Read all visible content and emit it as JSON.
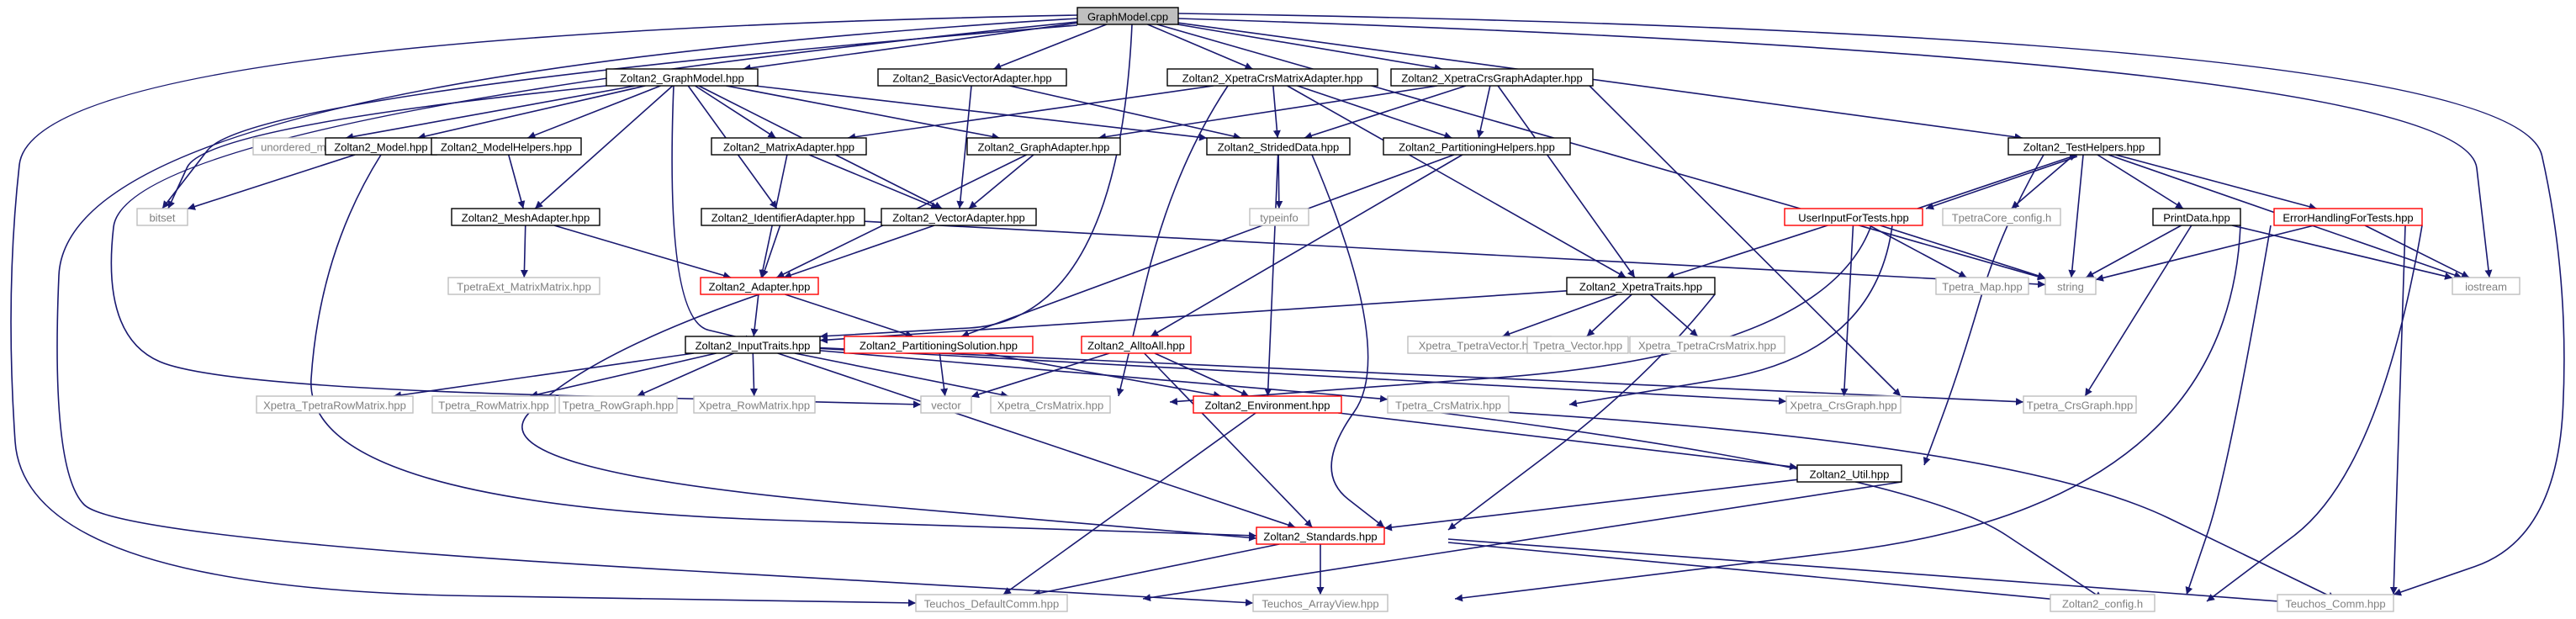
{
  "diagram": {
    "type": "include-dependency-graph",
    "root": "GraphModel.cpp",
    "colors": {
      "edge": "#191970",
      "root_fill": "#bfbfbf",
      "normal_border": "#000000",
      "missing_border": "#ff0000",
      "external_border": "#bfbfbf",
      "external_text": "#808080"
    },
    "nodes": [
      {
        "id": "GraphModel.cpp",
        "kind": "root"
      },
      {
        "id": "Zoltan2_GraphModel.hpp",
        "kind": "normal"
      },
      {
        "id": "Zoltan2_BasicVectorAdapter.hpp",
        "kind": "normal"
      },
      {
        "id": "Zoltan2_XpetraCrsMatrixAdapter.hpp",
        "kind": "normal"
      },
      {
        "id": "Zoltan2_XpetraCrsGraphAdapter.hpp",
        "kind": "normal"
      },
      {
        "id": "Zoltan2_TestHelpers.hpp",
        "kind": "normal"
      },
      {
        "id": "unordered_map",
        "kind": "external"
      },
      {
        "id": "Zoltan2_Model.hpp",
        "kind": "normal"
      },
      {
        "id": "Zoltan2_ModelHelpers.hpp",
        "kind": "normal"
      },
      {
        "id": "Zoltan2_MatrixAdapter.hpp",
        "kind": "normal"
      },
      {
        "id": "Zoltan2_GraphAdapter.hpp",
        "kind": "normal"
      },
      {
        "id": "Zoltan2_StridedData.hpp",
        "kind": "normal"
      },
      {
        "id": "Zoltan2_PartitioningHelpers.hpp",
        "kind": "normal"
      },
      {
        "id": "bitset",
        "kind": "external"
      },
      {
        "id": "Zoltan2_MeshAdapter.hpp",
        "kind": "normal"
      },
      {
        "id": "Zoltan2_IdentifierAdapter.hpp",
        "kind": "normal"
      },
      {
        "id": "Zoltan2_VectorAdapter.hpp",
        "kind": "normal"
      },
      {
        "id": "typeinfo",
        "kind": "external"
      },
      {
        "id": "TpetraCore_config.h",
        "kind": "external"
      },
      {
        "id": "UserInputForTests.hpp",
        "kind": "missing"
      },
      {
        "id": "PrintData.hpp",
        "kind": "normal"
      },
      {
        "id": "ErrorHandlingForTests.hpp",
        "kind": "missing"
      },
      {
        "id": "TpetraExt_MatrixMatrix.hpp",
        "kind": "external"
      },
      {
        "id": "Zoltan2_Adapter.hpp",
        "kind": "missing"
      },
      {
        "id": "Zoltan2_XpetraTraits.hpp",
        "kind": "normal"
      },
      {
        "id": "Tpetra_Map.hpp",
        "kind": "external"
      },
      {
        "id": "string",
        "kind": "external"
      },
      {
        "id": "iostream",
        "kind": "external"
      },
      {
        "id": "Zoltan2_InputTraits.hpp",
        "kind": "normal"
      },
      {
        "id": "Zoltan2_PartitioningSolution.hpp",
        "kind": "missing"
      },
      {
        "id": "Zoltan2_AlltoAll.hpp",
        "kind": "missing"
      },
      {
        "id": "Xpetra_TpetraVector.hpp",
        "kind": "external"
      },
      {
        "id": "Tpetra_Vector.hpp",
        "kind": "external"
      },
      {
        "id": "Xpetra_TpetraCrsMatrix.hpp",
        "kind": "external"
      },
      {
        "id": "Xpetra_TpetraRowMatrix.hpp",
        "kind": "external"
      },
      {
        "id": "Tpetra_RowMatrix.hpp",
        "kind": "external"
      },
      {
        "id": "Tpetra_RowGraph.hpp",
        "kind": "external"
      },
      {
        "id": "Xpetra_RowMatrix.hpp",
        "kind": "external"
      },
      {
        "id": "vector",
        "kind": "external"
      },
      {
        "id": "Xpetra_CrsMatrix.hpp",
        "kind": "external"
      },
      {
        "id": "Zoltan2_Environment.hpp",
        "kind": "missing"
      },
      {
        "id": "Tpetra_CrsMatrix.hpp",
        "kind": "external"
      },
      {
        "id": "Xpetra_CrsGraph.hpp",
        "kind": "external"
      },
      {
        "id": "Tpetra_CrsGraph.hpp",
        "kind": "external"
      },
      {
        "id": "Zoltan2_Util.hpp",
        "kind": "normal"
      },
      {
        "id": "Zoltan2_Standards.hpp",
        "kind": "missing"
      },
      {
        "id": "Teuchos_DefaultComm.hpp",
        "kind": "external"
      },
      {
        "id": "Teuchos_ArrayView.hpp",
        "kind": "external"
      },
      {
        "id": "Zoltan2_config.h",
        "kind": "external"
      },
      {
        "id": "Teuchos_Comm.hpp",
        "kind": "external"
      }
    ],
    "edges": [
      [
        "GraphModel.cpp",
        "Zoltan2_GraphModel.hpp"
      ],
      [
        "GraphModel.cpp",
        "Zoltan2_BasicVectorAdapter.hpp"
      ],
      [
        "GraphModel.cpp",
        "Zoltan2_XpetraCrsMatrixAdapter.hpp"
      ],
      [
        "GraphModel.cpp",
        "Zoltan2_XpetraCrsGraphAdapter.hpp"
      ],
      [
        "GraphModel.cpp",
        "Zoltan2_TestHelpers.hpp"
      ],
      [
        "GraphModel.cpp",
        "Zoltan2_InputTraits.hpp"
      ],
      [
        "GraphModel.cpp",
        "bitset"
      ],
      [
        "GraphModel.cpp",
        "vector"
      ],
      [
        "GraphModel.cpp",
        "string"
      ],
      [
        "GraphModel.cpp",
        "iostream"
      ],
      [
        "GraphModel.cpp",
        "Teuchos_DefaultComm.hpp"
      ],
      [
        "GraphModel.cpp",
        "Teuchos_ArrayView.hpp"
      ],
      [
        "GraphModel.cpp",
        "Teuchos_Comm.hpp"
      ],
      [
        "Zoltan2_GraphModel.hpp",
        "unordered_map"
      ],
      [
        "Zoltan2_GraphModel.hpp",
        "Zoltan2_Model.hpp"
      ],
      [
        "Zoltan2_GraphModel.hpp",
        "Zoltan2_ModelHelpers.hpp"
      ],
      [
        "Zoltan2_GraphModel.hpp",
        "Zoltan2_MatrixAdapter.hpp"
      ],
      [
        "Zoltan2_GraphModel.hpp",
        "Zoltan2_GraphAdapter.hpp"
      ],
      [
        "Zoltan2_GraphModel.hpp",
        "Zoltan2_StridedData.hpp"
      ],
      [
        "Zoltan2_GraphModel.hpp",
        "bitset"
      ],
      [
        "Zoltan2_GraphModel.hpp",
        "Zoltan2_MeshAdapter.hpp"
      ],
      [
        "Zoltan2_GraphModel.hpp",
        "Zoltan2_IdentifierAdapter.hpp"
      ],
      [
        "Zoltan2_GraphModel.hpp",
        "Zoltan2_VectorAdapter.hpp"
      ],
      [
        "Zoltan2_GraphModel.hpp",
        "Zoltan2_InputTraits.hpp"
      ],
      [
        "Zoltan2_BasicVectorAdapter.hpp",
        "Zoltan2_VectorAdapter.hpp"
      ],
      [
        "Zoltan2_BasicVectorAdapter.hpp",
        "Zoltan2_StridedData.hpp"
      ],
      [
        "Zoltan2_XpetraCrsMatrixAdapter.hpp",
        "Zoltan2_MatrixAdapter.hpp"
      ],
      [
        "Zoltan2_XpetraCrsMatrixAdapter.hpp",
        "Zoltan2_StridedData.hpp"
      ],
      [
        "Zoltan2_XpetraCrsMatrixAdapter.hpp",
        "Zoltan2_PartitioningHelpers.hpp"
      ],
      [
        "Zoltan2_XpetraCrsMatrixAdapter.hpp",
        "Zoltan2_XpetraTraits.hpp"
      ],
      [
        "Zoltan2_XpetraCrsMatrixAdapter.hpp",
        "Xpetra_CrsMatrix.hpp"
      ],
      [
        "Zoltan2_XpetraCrsGraphAdapter.hpp",
        "Zoltan2_GraphAdapter.hpp"
      ],
      [
        "Zoltan2_XpetraCrsGraphAdapter.hpp",
        "Zoltan2_StridedData.hpp"
      ],
      [
        "Zoltan2_XpetraCrsGraphAdapter.hpp",
        "Zoltan2_PartitioningHelpers.hpp"
      ],
      [
        "Zoltan2_XpetraCrsGraphAdapter.hpp",
        "Zoltan2_XpetraTraits.hpp"
      ],
      [
        "Zoltan2_XpetraCrsGraphAdapter.hpp",
        "Xpetra_CrsGraph.hpp"
      ],
      [
        "Zoltan2_TestHelpers.hpp",
        "UserInputForTests.hpp"
      ],
      [
        "Zoltan2_TestHelpers.hpp",
        "TpetraCore_config.h"
      ],
      [
        "Zoltan2_TestHelpers.hpp",
        "PrintData.hpp"
      ],
      [
        "Zoltan2_TestHelpers.hpp",
        "ErrorHandlingForTests.hpp"
      ],
      [
        "Zoltan2_TestHelpers.hpp",
        "string"
      ],
      [
        "Zoltan2_TestHelpers.hpp",
        "iostream"
      ],
      [
        "Zoltan2_TestHelpers.hpp",
        "Zoltan2_Util.hpp"
      ],
      [
        "Zoltan2_Model.hpp",
        "bitset"
      ],
      [
        "Zoltan2_Model.hpp",
        "Zoltan2_Standards.hpp"
      ],
      [
        "Zoltan2_ModelHelpers.hpp",
        "Zoltan2_MeshAdapter.hpp"
      ],
      [
        "Zoltan2_MatrixAdapter.hpp",
        "Zoltan2_Adapter.hpp"
      ],
      [
        "Zoltan2_MatrixAdapter.hpp",
        "Zoltan2_VectorAdapter.hpp"
      ],
      [
        "Zoltan2_GraphAdapter.hpp",
        "Zoltan2_Adapter.hpp"
      ],
      [
        "Zoltan2_GraphAdapter.hpp",
        "Zoltan2_VectorAdapter.hpp"
      ],
      [
        "Zoltan2_StridedData.hpp",
        "typeinfo"
      ],
      [
        "Zoltan2_StridedData.hpp",
        "Zoltan2_Environment.hpp"
      ],
      [
        "Zoltan2_StridedData.hpp",
        "Zoltan2_Standards.hpp"
      ],
      [
        "Zoltan2_PartitioningHelpers.hpp",
        "Zoltan2_PartitioningSolution.hpp"
      ],
      [
        "Zoltan2_PartitioningHelpers.hpp",
        "Zoltan2_AlltoAll.hpp"
      ],
      [
        "Zoltan2_MeshAdapter.hpp",
        "TpetraExt_MatrixMatrix.hpp"
      ],
      [
        "Zoltan2_MeshAdapter.hpp",
        "Zoltan2_Adapter.hpp"
      ],
      [
        "Zoltan2_IdentifierAdapter.hpp",
        "Zoltan2_Adapter.hpp"
      ],
      [
        "Zoltan2_IdentifierAdapter.hpp",
        "string"
      ],
      [
        "Zoltan2_VectorAdapter.hpp",
        "Zoltan2_Adapter.hpp"
      ],
      [
        "UserInputForTests.hpp",
        "Zoltan2_TestHelpers.hpp"
      ],
      [
        "UserInputForTests.hpp",
        "Zoltan2_XpetraTraits.hpp"
      ],
      [
        "UserInputForTests.hpp",
        "Tpetra_Map.hpp"
      ],
      [
        "UserInputForTests.hpp",
        "string"
      ],
      [
        "UserInputForTests.hpp",
        "Xpetra_CrsMatrix.hpp"
      ],
      [
        "UserInputForTests.hpp",
        "Tpetra_CrsMatrix.hpp"
      ],
      [
        "UserInputForTests.hpp",
        "Xpetra_CrsGraph.hpp"
      ],
      [
        "PrintData.hpp",
        "string"
      ],
      [
        "PrintData.hpp",
        "iostream"
      ],
      [
        "PrintData.hpp",
        "Tpetra_CrsGraph.hpp"
      ],
      [
        "PrintData.hpp",
        "Teuchos_ArrayView.hpp"
      ],
      [
        "PrintData.hpp",
        "Zoltan2_config.h"
      ],
      [
        "ErrorHandlingForTests.hpp",
        "string"
      ],
      [
        "ErrorHandlingForTests.hpp",
        "iostream"
      ],
      [
        "ErrorHandlingForTests.hpp",
        "Zoltan2_config.h"
      ],
      [
        "ErrorHandlingForTests.hpp",
        "Teuchos_Comm.hpp"
      ],
      [
        "Zoltan2_Adapter.hpp",
        "Zoltan2_InputTraits.hpp"
      ],
      [
        "Zoltan2_Adapter.hpp",
        "Zoltan2_PartitioningSolution.hpp"
      ],
      [
        "Zoltan2_Adapter.hpp",
        "Zoltan2_Standards.hpp"
      ],
      [
        "Zoltan2_XpetraTraits.hpp",
        "Zoltan2_InputTraits.hpp"
      ],
      [
        "Zoltan2_XpetraTraits.hpp",
        "Xpetra_TpetraVector.hpp"
      ],
      [
        "Zoltan2_XpetraTraits.hpp",
        "Tpetra_Vector.hpp"
      ],
      [
        "Zoltan2_XpetraTraits.hpp",
        "Xpetra_TpetraCrsMatrix.hpp"
      ],
      [
        "Zoltan2_XpetraTraits.hpp",
        "Zoltan2_Standards.hpp"
      ],
      [
        "Zoltan2_InputTraits.hpp",
        "Xpetra_TpetraRowMatrix.hpp"
      ],
      [
        "Zoltan2_InputTraits.hpp",
        "Tpetra_RowMatrix.hpp"
      ],
      [
        "Zoltan2_InputTraits.hpp",
        "Tpetra_RowGraph.hpp"
      ],
      [
        "Zoltan2_InputTraits.hpp",
        "Xpetra_RowMatrix.hpp"
      ],
      [
        "Zoltan2_InputTraits.hpp",
        "Xpetra_CrsMatrix.hpp"
      ],
      [
        "Zoltan2_InputTraits.hpp",
        "Tpetra_CrsMatrix.hpp"
      ],
      [
        "Zoltan2_InputTraits.hpp",
        "Xpetra_CrsGraph.hpp"
      ],
      [
        "Zoltan2_InputTraits.hpp",
        "Tpetra_CrsGraph.hpp"
      ],
      [
        "Zoltan2_InputTraits.hpp",
        "Zoltan2_Standards.hpp"
      ],
      [
        "Zoltan2_PartitioningSolution.hpp",
        "vector"
      ],
      [
        "Zoltan2_PartitioningSolution.hpp",
        "Zoltan2_Environment.hpp"
      ],
      [
        "Zoltan2_AlltoAll.hpp",
        "vector"
      ],
      [
        "Zoltan2_AlltoAll.hpp",
        "Zoltan2_Environment.hpp"
      ],
      [
        "Zoltan2_AlltoAll.hpp",
        "Zoltan2_Standards.hpp"
      ],
      [
        "Zoltan2_Environment.hpp",
        "Zoltan2_Util.hpp"
      ],
      [
        "Zoltan2_Environment.hpp",
        "Teuchos_DefaultComm.hpp"
      ],
      [
        "Zoltan2_Environment.hpp",
        "Zoltan2_config.h"
      ],
      [
        "Zoltan2_Environment.hpp",
        "Teuchos_Comm.hpp"
      ],
      [
        "Zoltan2_Util.hpp",
        "Zoltan2_Standards.hpp"
      ],
      [
        "Zoltan2_Util.hpp",
        "Teuchos_DefaultComm.hpp"
      ],
      [
        "Zoltan2_Standards.hpp",
        "Teuchos_DefaultComm.hpp"
      ],
      [
        "Zoltan2_Standards.hpp",
        "Teuchos_ArrayView.hpp"
      ],
      [
        "Zoltan2_Standards.hpp",
        "Zoltan2_config.h"
      ],
      [
        "Zoltan2_Standards.hpp",
        "Teuchos_Comm.hpp"
      ]
    ]
  }
}
